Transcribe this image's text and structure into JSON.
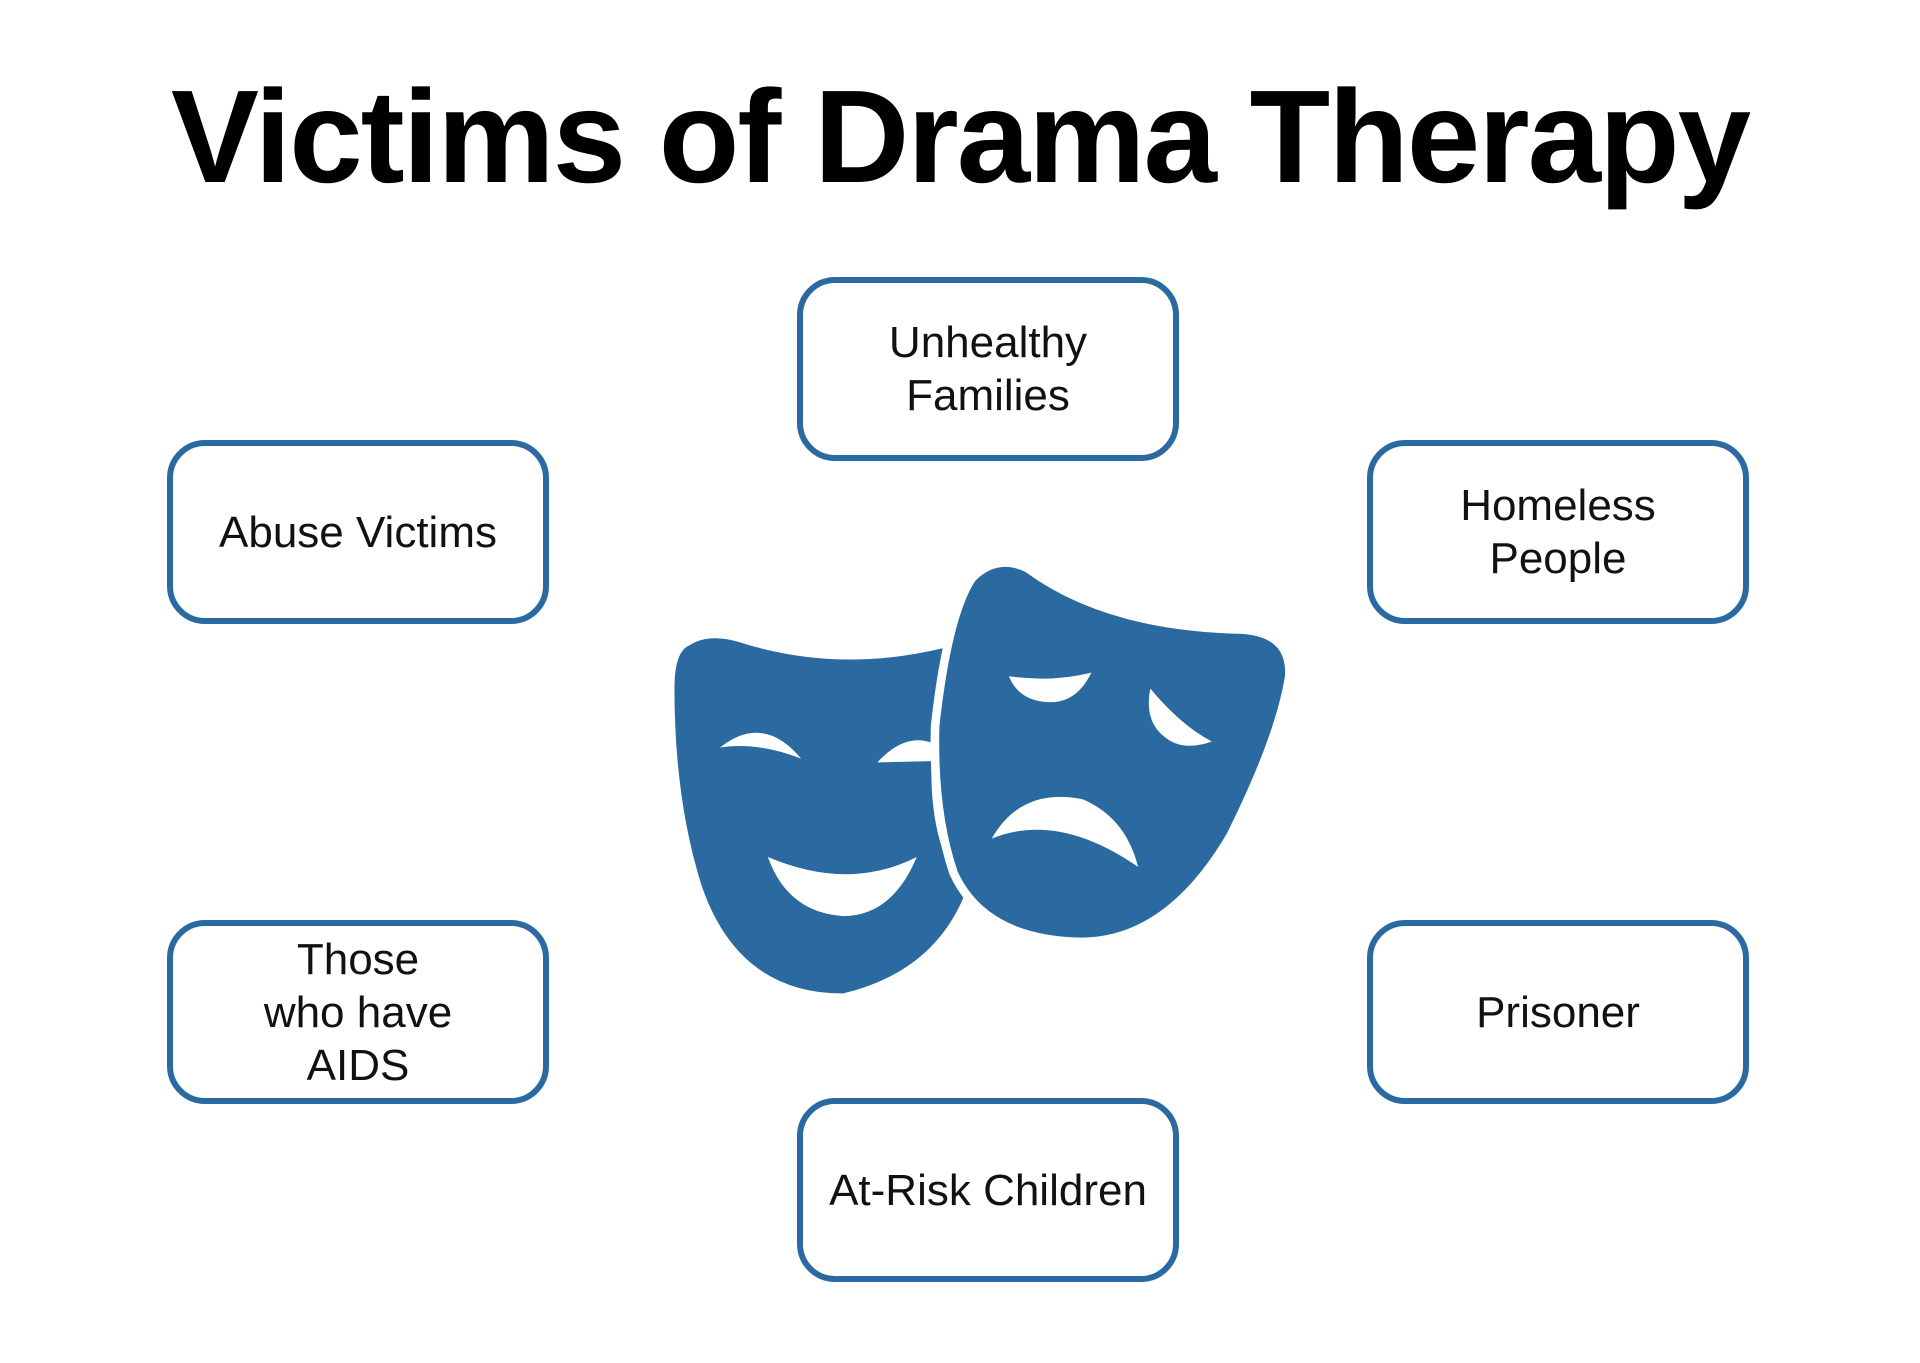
{
  "title": "Victims of Drama Therapy",
  "accent_color": "#2a6aa0",
  "center_icon": "theater-masks-icon",
  "items": [
    {
      "label": "Unhealthy Families"
    },
    {
      "label": "Abuse Victims"
    },
    {
      "label": "Homeless People"
    },
    {
      "label": "Those who have AIDS"
    },
    {
      "label": "Prisoner"
    },
    {
      "label": "At-Risk Children"
    }
  ]
}
